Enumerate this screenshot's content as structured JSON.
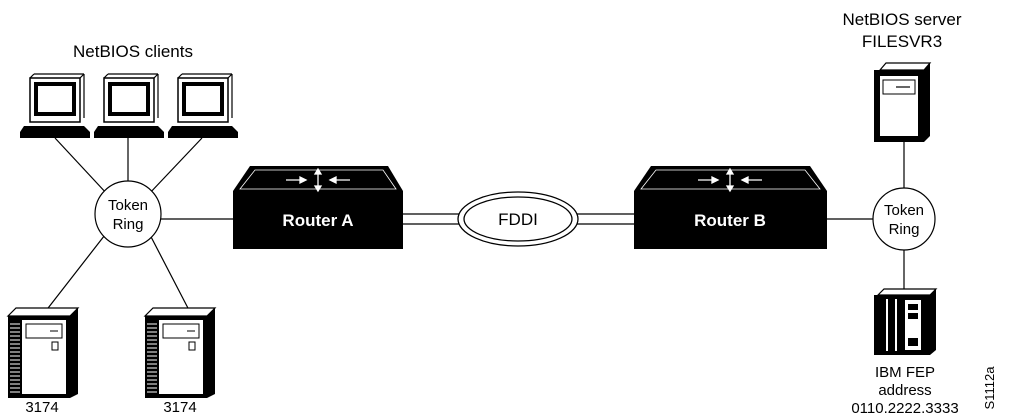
{
  "diagram": {
    "clients_label": "NetBIOS clients",
    "server_label_line1": "NetBIOS server",
    "server_label_line2": "FILESVR3",
    "token_ring_left": {
      "line1": "Token",
      "line2": "Ring"
    },
    "token_ring_right": {
      "line1": "Token",
      "line2": "Ring"
    },
    "router_a": "Router A",
    "router_b": "Router B",
    "fddi": "FDDI",
    "controller_left": "3174",
    "controller_right": "3174",
    "fep_line1": "IBM FEP",
    "fep_line2": "address",
    "fep_line3": "0110.2222.3333",
    "figure_id": "S1112a"
  }
}
